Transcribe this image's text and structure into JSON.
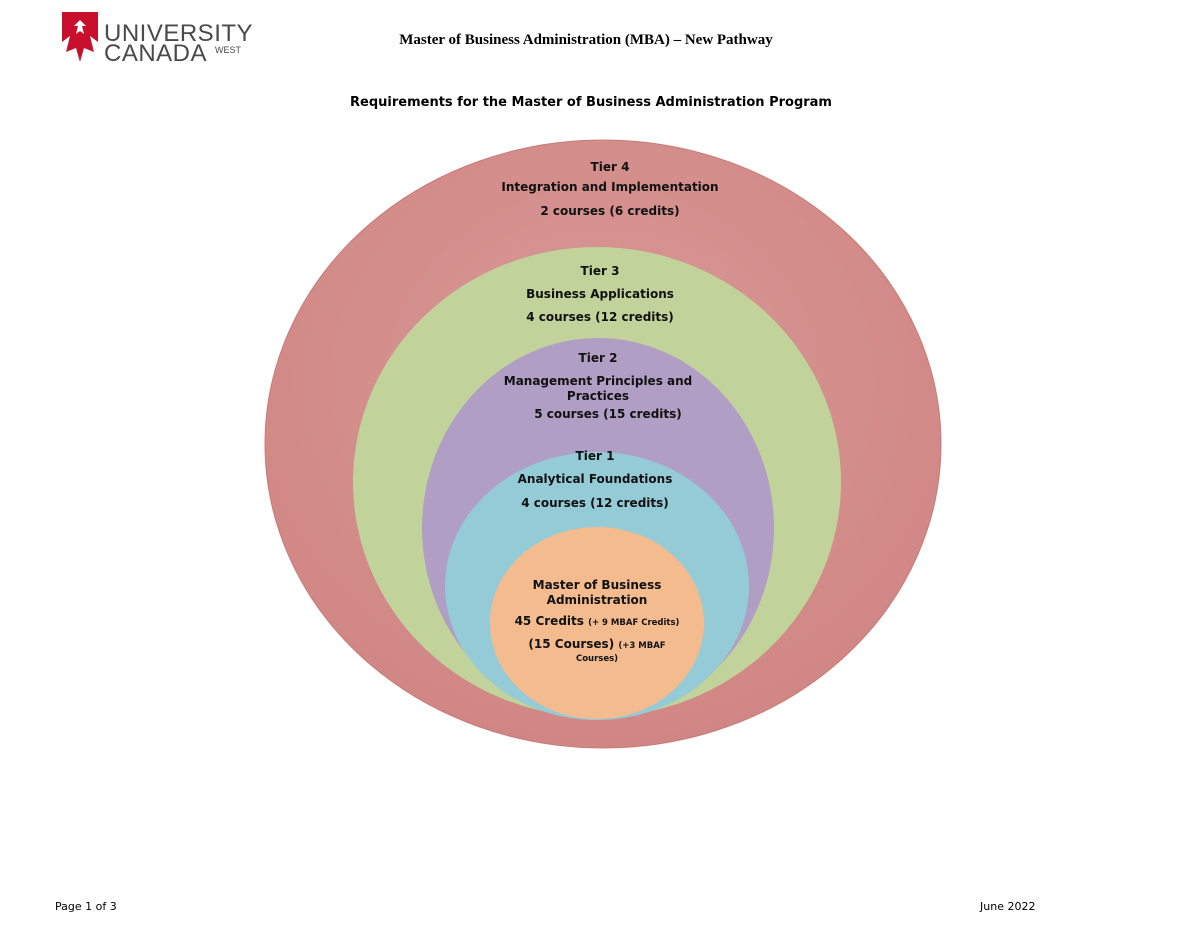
{
  "header": {
    "logo": {
      "university": "UNIVERSITY",
      "canada": "CANADA",
      "west": "WEST",
      "brand_color": "#c8102e"
    },
    "title": "Master of Business Administration (MBA) – New Pathway"
  },
  "heading": "Requirements for the Master of Business Administration Program",
  "tiers": [
    {
      "tier": "Tier 4",
      "name": "Integration and Implementation",
      "courses": "2 courses (6 credits)",
      "color": "#d6908e"
    },
    {
      "tier": "Tier 3",
      "name": "Business Applications",
      "courses": "4 courses (12 credits)",
      "color": "#c2d29b"
    },
    {
      "tier": "Tier 2",
      "name_line1": "Management Principles and",
      "name_line2": "Practices",
      "courses": "5 courses (15 credits)",
      "color": "#b19ec4"
    },
    {
      "tier": "Tier 1",
      "name": "Analytical Foundations",
      "courses": "4 courses (12 credits)",
      "color": "#94cbd6"
    }
  ],
  "core": {
    "line1": "Master of Business",
    "line2": "Administration",
    "credits": "45 Credits",
    "credits_note": "(+ 9 MBAF Credits)",
    "courses": "(15 Courses)",
    "courses_note_1": "(+3 MBAF",
    "courses_note_2": "Courses)",
    "color": "#f4bb8f"
  },
  "footer": {
    "page": "Page 1 of 3",
    "date": "June 2022"
  }
}
